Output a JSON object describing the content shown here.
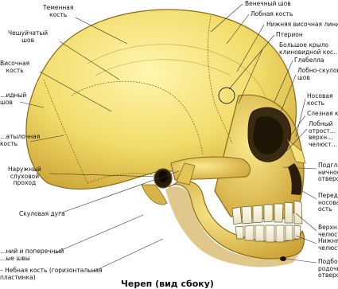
{
  "labels": {
    "parietal_bone": "Теменная\nкость",
    "squamous_suture": "Чешуйчатый\nшов",
    "temporal_bone": "Височная\nкость",
    "lambdoid_suture": "…идный\nшов",
    "occipital_bone": "…атылочная\nкость",
    "external_auditory_meatus": "Наружный\nслуховой\nпроход",
    "zygomatic_arch": "Скуловая дуга",
    "sutures_bottom": "…ний и поперечный\n…ые швы",
    "palatine_bone": "– Небная кость (горизонтальная\nпластинка)",
    "coronal_suture": "Венечный шов",
    "frontal_bone": "Лобная кость",
    "inferior_temporal_line": "Нижняя височная линия",
    "pterion": "Птерион",
    "greater_wing_sphenoid": "Большое крыло\nклиновидной кос…",
    "glabella": "Глабелла",
    "frontozygomatic_suture": "Лобно-скулов…\nшов",
    "nasal_bone": "Носовая\nкость",
    "lacrimal_bone": "Слезная ко…",
    "frontal_process": "Лобный\nотрост…\nверхн…\nчелюст…",
    "infraorbital_foramen": "Подгла…\nничное\nотверст…",
    "anterior_nasal": "Передн…\nносова…\nость",
    "maxilla": "Верхн…\nчелюст…",
    "mandible": "Нижняя\nчелюст…",
    "mental_foramen": "Подбо…\nродочн…\nотверс…"
  },
  "caption": "Череп (вид сбоку)"
}
